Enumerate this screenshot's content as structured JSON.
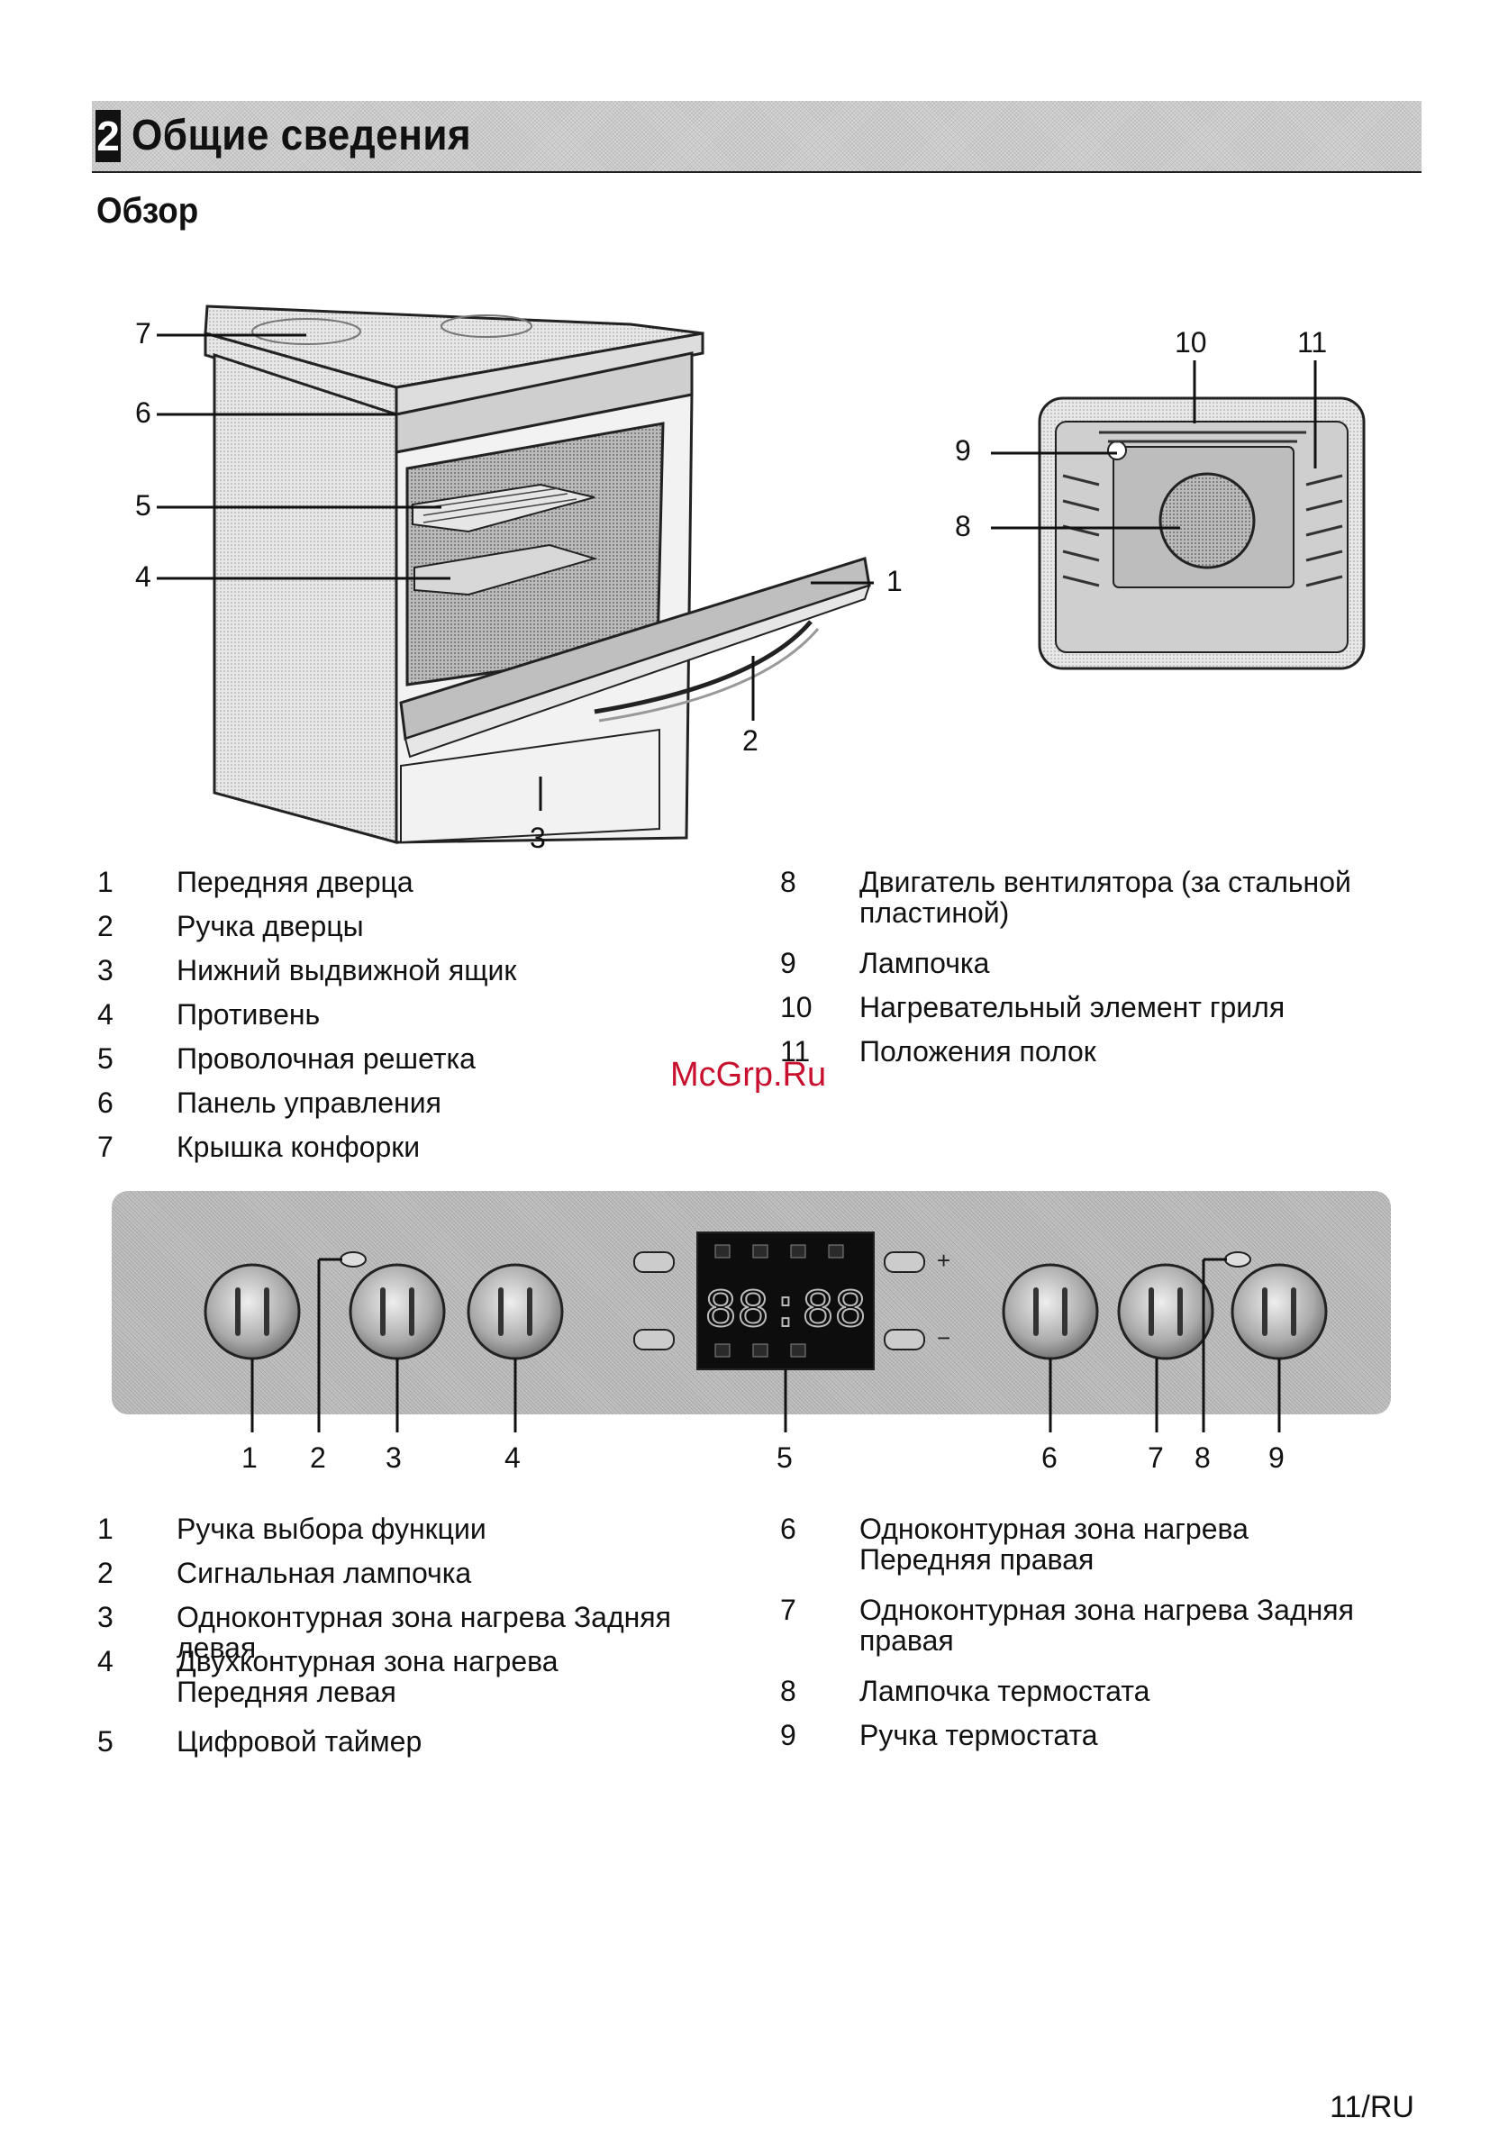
{
  "header": {
    "number": "2",
    "title": "Общие сведения"
  },
  "subtitle": "Обзор",
  "cooker_callouts": [
    "1",
    "2",
    "3",
    "4",
    "5",
    "6",
    "7"
  ],
  "interior_callouts": [
    "8",
    "9",
    "10",
    "11"
  ],
  "parts_left": [
    {
      "n": "1",
      "t": "Передняя дверца"
    },
    {
      "n": "2",
      "t": "Ручка дверцы"
    },
    {
      "n": "3",
      "t": "Нижний выдвижной ящик"
    },
    {
      "n": "4",
      "t": "Противень"
    },
    {
      "n": "5",
      "t": "Проволочная решетка"
    },
    {
      "n": "6",
      "t": "Панель управления"
    },
    {
      "n": "7",
      "t": "Крышка конфорки"
    }
  ],
  "parts_right": [
    {
      "n": "8",
      "t": "Двигатель вентилятора (за стальной пластиной)"
    },
    {
      "n": "9",
      "t": "Лампочка"
    },
    {
      "n": "10",
      "t": "Нагревательный элемент гриля"
    },
    {
      "n": "11",
      "t": "Положения полок"
    }
  ],
  "panel": {
    "display": "88:88",
    "plus": "+",
    "minus": "−",
    "callouts": [
      "1",
      "2",
      "3",
      "4",
      "5",
      "6",
      "7",
      "8",
      "9"
    ]
  },
  "controls_left": [
    {
      "n": "1",
      "t": "Ручка выбора функции"
    },
    {
      "n": "2",
      "t": "Сигнальная лампочка"
    },
    {
      "n": "3",
      "t": "Одноконтурная зона нагрева Задняя левая"
    },
    {
      "n": "4",
      "t": "Двухконтурная зона нагрева Передняя левая"
    },
    {
      "n": "5",
      "t": "Цифровой таймер"
    }
  ],
  "controls_right": [
    {
      "n": "6",
      "t": "Одноконтурная зона нагрева Передняя правая"
    },
    {
      "n": "7",
      "t": "Одноконтурная зона нагрева Задняя правая"
    },
    {
      "n": "8",
      "t": "Лампочка термостата"
    },
    {
      "n": "9",
      "t": "Ручка термостата"
    }
  ],
  "watermark": "McGrp.Ru",
  "page_number": "11/RU"
}
